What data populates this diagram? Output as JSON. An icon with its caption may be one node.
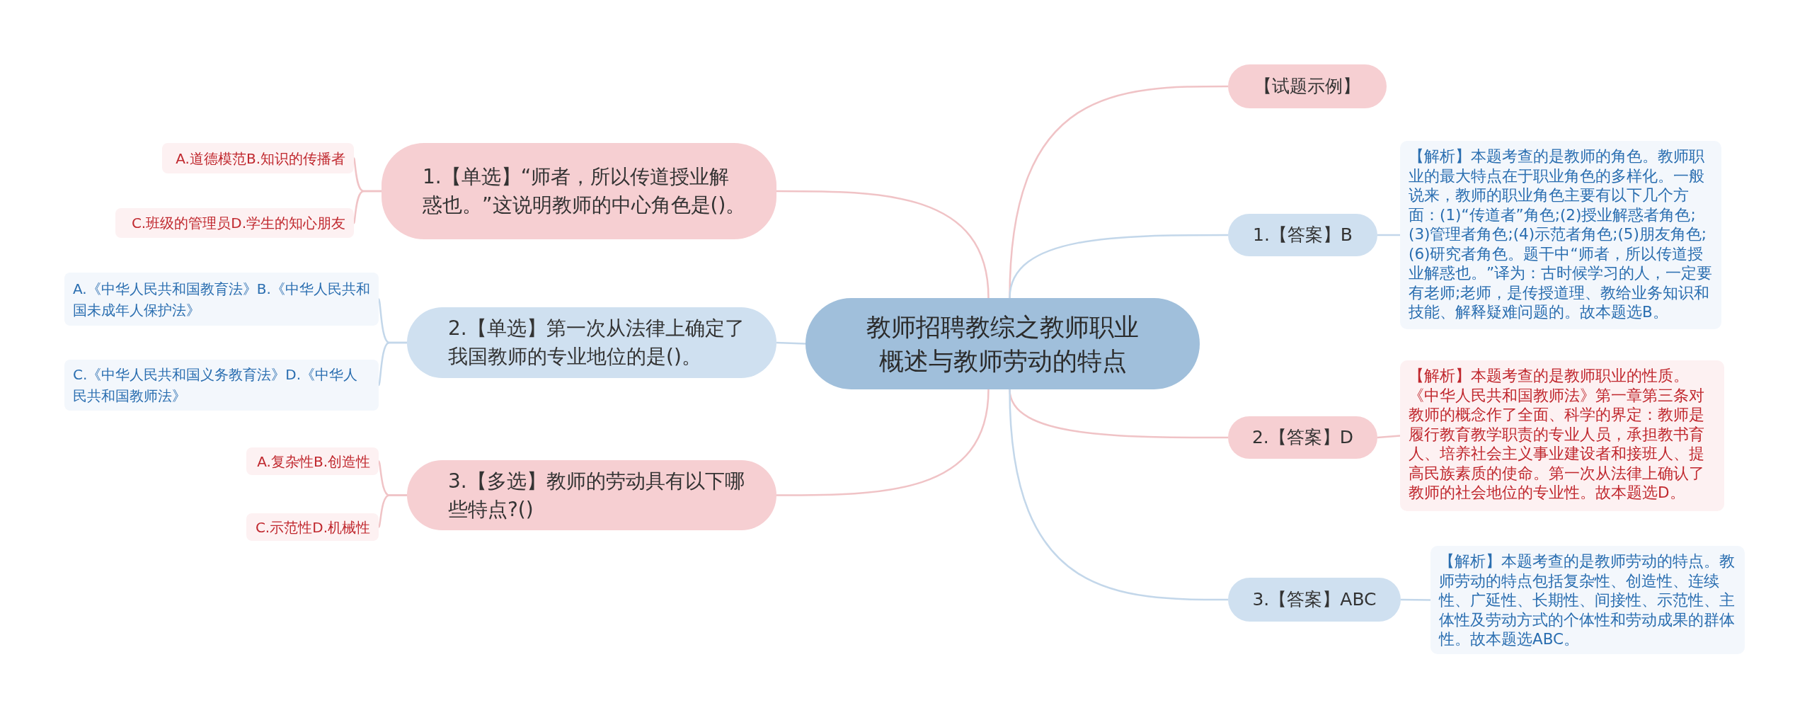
{
  "diagram": {
    "nodes": [
      {
        "text": [
          "教师招聘教综之教师职业概述与教师劳动的特点"
        ]
      },
      {
        "text": [
          "1.【单选】“师者，所以传道授业解惑也。”这说明教师的中心角色是()。"
        ]
      },
      {
        "text": [
          "A.道德模范B.知识的传播者"
        ]
      },
      {
        "text": [
          "C.班级的管理员D.学生的知心朋友"
        ]
      },
      {
        "text": [
          "2.【单选】第一次从法律上确定了我国教师的专业地位的是()。"
        ]
      },
      {
        "text": [
          "A.《中华人民共和国教育法》B.《中华人民共和国未成年人保护法》"
        ]
      },
      {
        "text": [
          "C.《中华人民共和国义务教育法》D.《中华人民共和国教师法》"
        ]
      },
      {
        "text": [
          "3.【多选】教师的劳动具有以下哪些特点?()"
        ]
      },
      {
        "text": [
          "A.复杂性B.创造性"
        ]
      },
      {
        "text": [
          "C.示范性D.机械性"
        ]
      },
      {
        "text": [
          "【试题示例】"
        ]
      },
      {
        "text": [
          "1.【答案】B"
        ]
      },
      {
        "text": [
          "【解析】本题考查的是教师的角色。教师职业的最大特点在于职业角色的多样化。一般说来，教师的职业角色主要有以下几个方面：(1)“传道者”角色;(2)授业解惑者角色;(3)管理者角色;(4)示范者角色;(5)朋友角色;(6)研究者角色。题干中“师者，所以传道授业解惑也。”译为：古时候学习的人，一定要有老师;老师，是传授道理、教给业务知识和技能、解释疑难问题的。故本题选B。"
        ]
      },
      {
        "text": [
          "2.【答案】D"
        ]
      },
      {
        "text": [
          "【解析】本题考查的是教师职业的性质。《中华人民共和国教师法》第一章第三条对教师的概念作了全面、科学的界定：教师是履行教育教学职责的专业人员，承担教书育人、培养社会主义事业建设者和接班人、提高民族素质的使命。第一次从法律上确认了教师的社会地位的专业性。故本题选D。"
        ]
      },
      {
        "text": [
          "3.【答案】ABC"
        ]
      },
      {
        "text": [
          "【解析】本题考查的是教师劳动的特点。教师劳动的特点包括复杂性、创造性、连续性、广延性、长期性、间接性、示范性、主体性及劳动方式的个体性和劳动成果的群体性。故本题选ABC。"
        ]
      }
    ],
    "edges": [
      {
        "from": 0,
        "to": 1,
        "arrow": "none"
      },
      {
        "from": 1,
        "to": 2,
        "arrow": "none"
      },
      {
        "from": 1,
        "to": 3,
        "arrow": "none"
      },
      {
        "from": 0,
        "to": 4,
        "arrow": "none"
      },
      {
        "from": 4,
        "to": 5,
        "arrow": "none"
      },
      {
        "from": 4,
        "to": 6,
        "arrow": "none"
      },
      {
        "from": 0,
        "to": 7,
        "arrow": "none"
      },
      {
        "from": 7,
        "to": 8,
        "arrow": "none"
      },
      {
        "from": 7,
        "to": 9,
        "arrow": "none"
      },
      {
        "from": 0,
        "to": 10,
        "arrow": "none"
      },
      {
        "from": 0,
        "to": 11,
        "arrow": "none"
      },
      {
        "from": 11,
        "to": 12,
        "arrow": "none"
      },
      {
        "from": 0,
        "to": 13,
        "arrow": "none"
      },
      {
        "from": 13,
        "to": 14,
        "arrow": "none"
      },
      {
        "from": 0,
        "to": 15,
        "arrow": "none"
      },
      {
        "from": 15,
        "to": 16,
        "arrow": "none"
      }
    ]
  }
}
